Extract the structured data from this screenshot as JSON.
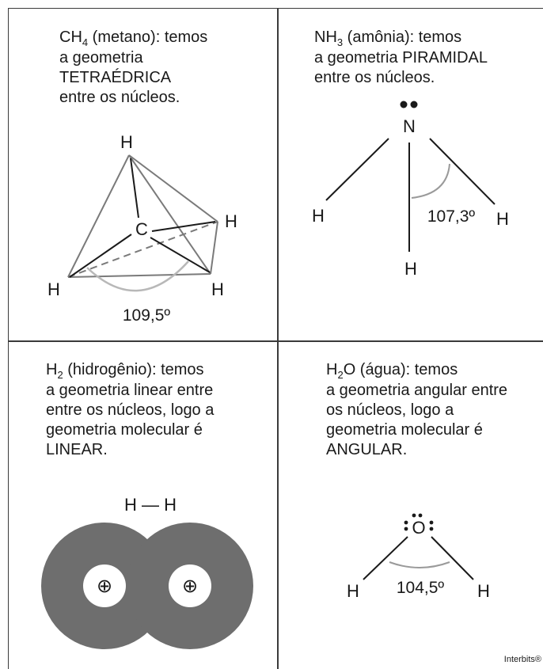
{
  "panels": {
    "methane": {
      "formula_main": "CH",
      "formula_sub": "4",
      "formula_rest": " (metano): temos",
      "lines": [
        "a geometria",
        "TETRAÉDRICA",
        "entre os núcleos."
      ],
      "atom_center": "C",
      "atom_h": "H",
      "angle_label": "109,5º"
    },
    "ammonia": {
      "formula_main": "NH",
      "formula_sub": "3",
      "formula_rest": " (amônia): temos",
      "lines": [
        "a geometria PIRAMIDAL",
        "entre os núcleos."
      ],
      "atom_center": "N",
      "atom_h": "H",
      "angle_label": "107,3º"
    },
    "hydrogen": {
      "formula_main": "H",
      "formula_sub": "2",
      "formula_rest": " (hidrogênio): temos",
      "lines": [
        "a geometria linear entre",
        "entre os núcleos, logo a",
        "geometria molecular é",
        "LINEAR."
      ],
      "bond_label": "H — H",
      "nucleus_symbol": "⊕"
    },
    "water": {
      "formula_main": "H",
      "formula_sub": "2",
      "formula_rest": "O (água): temos",
      "lines": [
        "a geometria angular entre",
        "os núcleos, logo a",
        "geometria molecular é",
        "ANGULAR."
      ],
      "atom_center": "O",
      "atom_h": "H",
      "angle_label": "104,5º"
    }
  },
  "credit": "Interbits®",
  "colors": {
    "grid": "#3a3a3a",
    "bond": "#1a1a1a",
    "tetra_edge": "#7a7a7a",
    "angle_arc": "#9a9a9a",
    "cloud": "#6e6e6e"
  }
}
